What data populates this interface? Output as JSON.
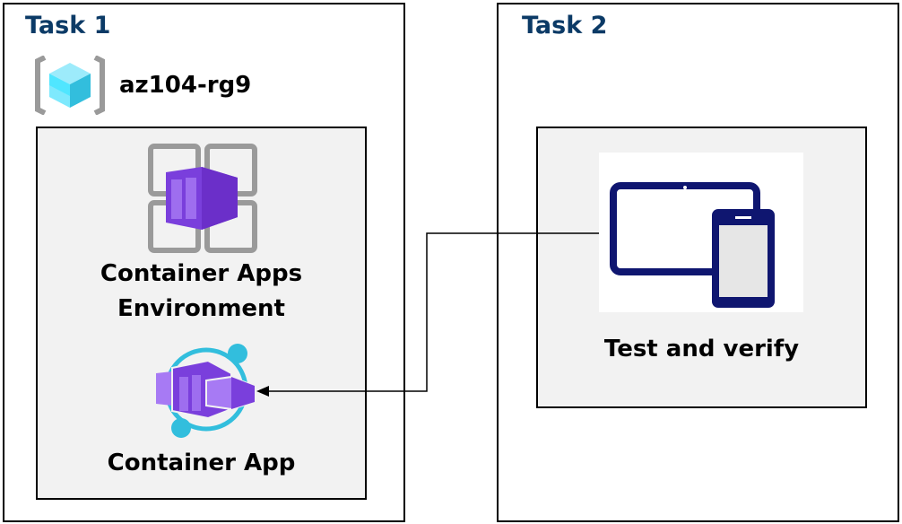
{
  "task1": {
    "title": "Task 1",
    "resource_group": {
      "name": "az104-rg9",
      "icon": "resource-group-icon"
    },
    "environment": {
      "label_line1": "Container Apps",
      "label_line2": "Environment",
      "icon": "container-apps-environment-icon"
    },
    "app": {
      "label": "Container App",
      "icon": "container-app-icon"
    }
  },
  "task2": {
    "title": "Task 2",
    "verify": {
      "label": "Test and verify",
      "icon": "devices-icon"
    }
  },
  "colors": {
    "task_title": "#0b3a66",
    "inner_fill": "#f2f2f2",
    "purple": "#7a3fdc",
    "cyan": "#32bedd",
    "device": "#0f1670"
  }
}
